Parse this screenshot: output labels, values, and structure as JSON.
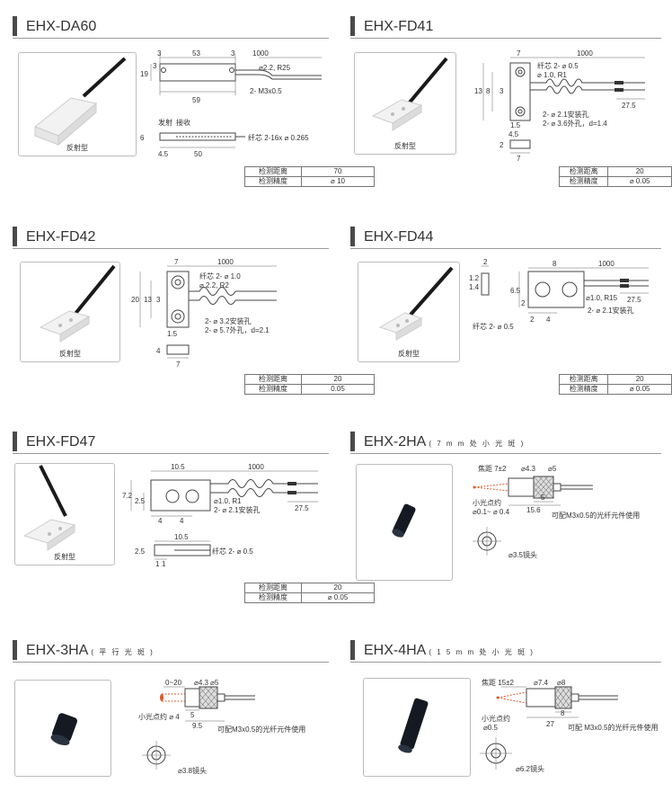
{
  "colors": {
    "accent_bar": "#4a4a4a",
    "red_spot": "#e05a2a"
  },
  "sections": {
    "da60": {
      "title": "EHX-DA60",
      "caption": "反射型",
      "dims": {
        "d3a": "3",
        "d53": "53",
        "d1000": "1000",
        "d3b": "3",
        "d19": "19",
        "d3c": "3",
        "d59": "59",
        "hole": "2.2, R25",
        "thread": "2- M3x0.5",
        "emit": "发射",
        "recv": "接收",
        "d6": "6",
        "fiber": "纤芯 2-16x",
        "fiber_d": "0.265",
        "d45": "4.5",
        "d50": "50"
      },
      "spec": [
        {
          "k": "检测距离",
          "v": "70"
        },
        {
          "k": "检测精度",
          "v": "10"
        }
      ]
    },
    "fd41": {
      "title": "EHX-FD41",
      "caption": "反射型",
      "dims": {
        "d7": "7",
        "d1000": "1000",
        "core": "纤芯 2-",
        "core_d": "0.5",
        "r": "1.0, R1",
        "d13": "13",
        "d8": "8",
        "d3": "3",
        "d15": "1.5",
        "d45": "4.5",
        "d275": "27.5",
        "h1": "2.1安装孔",
        "h2": "3.6外孔，d=1.4",
        "pre": "2-",
        "d2": "2",
        "d7b": "7"
      },
      "spec": [
        {
          "k": "检测距离",
          "v": "20"
        },
        {
          "k": "检测精度",
          "v": "0.05"
        }
      ]
    },
    "fd42": {
      "title": "EHX-FD42",
      "caption": "反射型",
      "dims": {
        "d7": "7",
        "d1000": "1000",
        "core": "纤芯 2-",
        "core_d": "1.0",
        "r": "2.2, R2",
        "d20": "20",
        "d13": "13",
        "d3": "3",
        "d15": "1.5",
        "h1": "3.2安装孔",
        "h2": "5.7外孔，d=2.1",
        "pre": "2-",
        "d4": "4",
        "d7b": "7"
      },
      "spec": [
        {
          "k": "检测距离",
          "v": "20"
        },
        {
          "k": "检测精度",
          "v": "0.05"
        }
      ]
    },
    "fd44": {
      "title": "EHX-FD44",
      "caption": "反射型",
      "dims": {
        "d2a": "2",
        "d8": "8",
        "d1000": "1000",
        "d121": "1.2",
        "d14": "1.4",
        "d65": "6.5",
        "d2b": "2",
        "r": "1.0, R15",
        "d275": "27.5",
        "h1": "2.1安装孔",
        "pre": "2-",
        "d2c": "2",
        "d4": "4",
        "core": "纤芯 2-",
        "core_d": "0.5"
      },
      "spec": [
        {
          "k": "检测距离",
          "v": "20"
        },
        {
          "k": "检测精度",
          "v": "0.05"
        }
      ]
    },
    "fd47": {
      "title": "EHX-FD47",
      "caption": "反射型",
      "dims": {
        "d105": "10.5",
        "d1000": "1000",
        "d72": "7.2",
        "d25": "2.5",
        "r": "1.0, R1",
        "h1": "2.1安装孔",
        "pre": "2-",
        "d275": "27.5",
        "d4a": "4",
        "d4b": "4",
        "d105b": "10.5",
        "d25b": "2.5",
        "core": "纤芯 2-",
        "core_d": "0.5",
        "d1a": "1",
        "d1b": "1"
      },
      "spec": [
        {
          "k": "检测距离",
          "v": "20"
        },
        {
          "k": "检测精度",
          "v": "0.05"
        }
      ]
    },
    "h2ha": {
      "title": "EHX-2HA",
      "subtitle": "( 7 m m 处 小 光 斑 )",
      "dims": {
        "focus": "焦距 7±2",
        "d43": "4.3",
        "d5": "5",
        "spot": "小光点约",
        "spot_v": "0.1~",
        "spot_v2": "0.4",
        "d5b": "5",
        "d156": "15.6",
        "note": "可配M3x0.5的光纤元件使用",
        "head": "3.5镜头"
      }
    },
    "h3ha": {
      "title": "EHX-3HA",
      "subtitle": "( 平 行 光 斑 )",
      "dims": {
        "d020": "0~20",
        "d43": "4.3",
        "d5": "5",
        "spot": "小光点约",
        "spot_v": "4",
        "d5b": "5",
        "d95": "9.5",
        "note": "可配M3x0.5的光纤元件使用",
        "head": "3.8镜头"
      }
    },
    "h4ha": {
      "title": "EHX-4HA",
      "subtitle": "( 1 5 m m 处 小 光 斑 )",
      "dims": {
        "focus": "焦距",
        "focus_v": "15±2",
        "d74": "7.4",
        "d8": "8",
        "spot": "小光点约",
        "spot_v": "0.5",
        "d8b": "8",
        "d27": "27",
        "note": "可配 M3x0.5的光纤元件使用",
        "head": "6.2镜头"
      }
    }
  }
}
